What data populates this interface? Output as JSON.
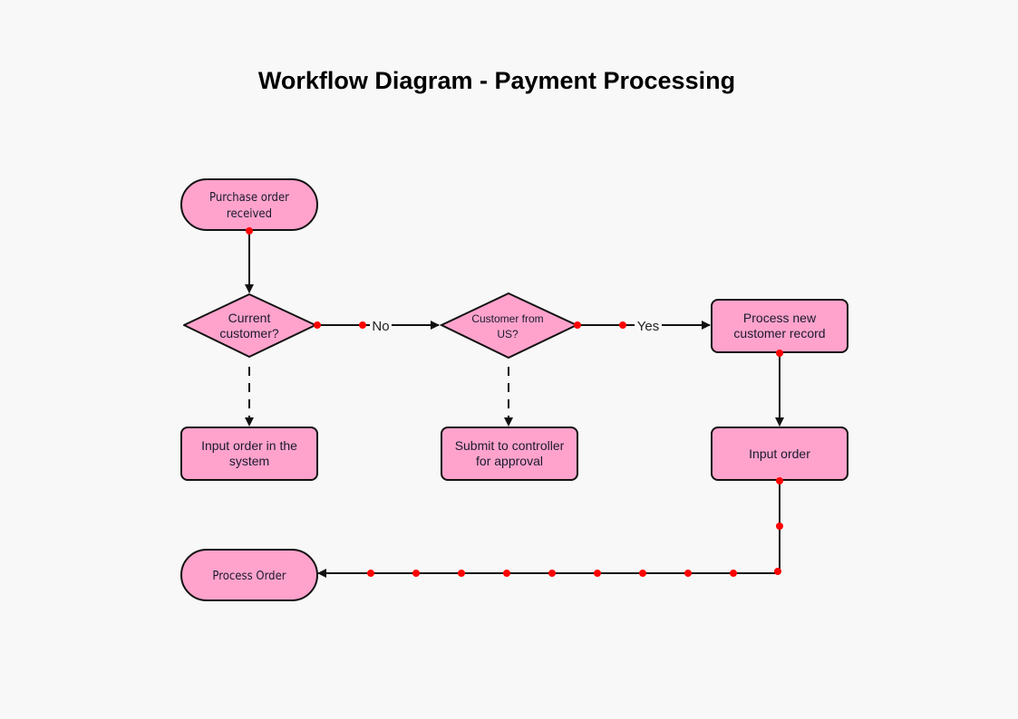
{
  "title": "Workflow Diagram - Payment Processing",
  "colors": {
    "node_fill": "#ffa3cc",
    "stroke": "#111111",
    "connector_dot": "#ff0000",
    "background": "#f8f8f8"
  },
  "nodes": {
    "start": {
      "type": "terminator",
      "lines": [
        "Purchase  order",
        "received"
      ]
    },
    "current_customer": {
      "type": "decision",
      "lines": [
        "Current",
        "customer?"
      ]
    },
    "customer_from_us": {
      "type": "decision",
      "lines": [
        "Customer from",
        "US?"
      ]
    },
    "process_new_record": {
      "type": "process",
      "lines": [
        "Process new",
        "customer  record"
      ]
    },
    "input_order_system": {
      "type": "process",
      "lines": [
        "Input order in the",
        "system"
      ]
    },
    "submit_controller": {
      "type": "process",
      "lines": [
        "Submit to controller",
        "for approval"
      ]
    },
    "input_order": {
      "type": "process",
      "lines": [
        "Input order"
      ]
    },
    "process_order": {
      "type": "terminator",
      "lines": [
        "Process Order"
      ]
    }
  },
  "edges": [
    {
      "from": "start",
      "to": "current_customer",
      "style": "solid",
      "label": ""
    },
    {
      "from": "current_customer",
      "to": "customer_from_us",
      "style": "solid",
      "label": "No"
    },
    {
      "from": "customer_from_us",
      "to": "process_new_record",
      "style": "solid",
      "label": "Yes"
    },
    {
      "from": "current_customer",
      "to": "input_order_system",
      "style": "dashed",
      "label": ""
    },
    {
      "from": "customer_from_us",
      "to": "submit_controller",
      "style": "dashed",
      "label": ""
    },
    {
      "from": "process_new_record",
      "to": "input_order",
      "style": "solid",
      "label": ""
    },
    {
      "from": "input_order",
      "to": "process_order",
      "style": "solid",
      "label": ""
    }
  ]
}
